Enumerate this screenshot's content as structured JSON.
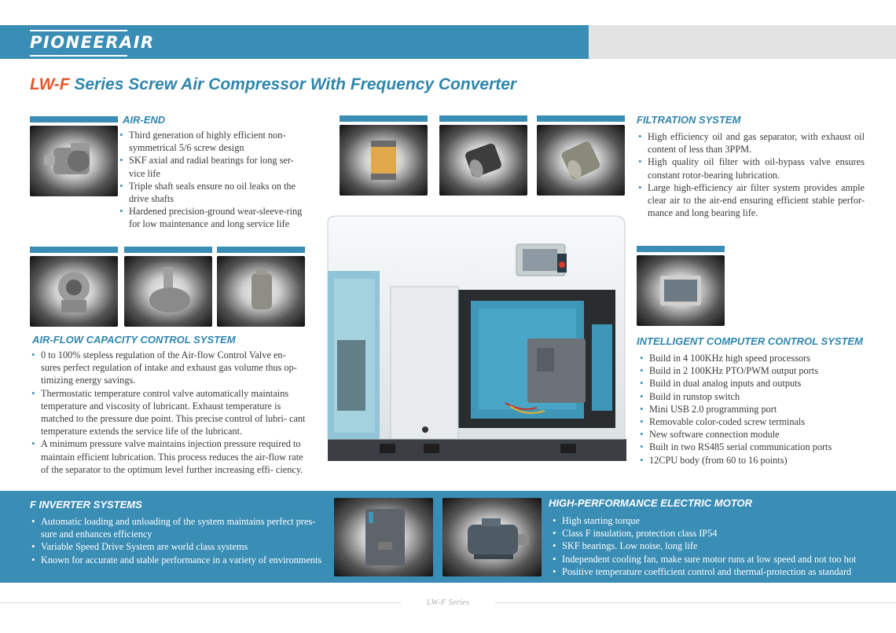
{
  "header": {
    "logo_text": "PIONEERAIR",
    "title_accent": "LW-F",
    "title_rest": " Series Screw Air Compressor With Frequency Converter"
  },
  "air_end": {
    "title": "AIR-END",
    "items": [
      "Third generation of highly efficient non-symmetrical 5/6 screw design",
      "SKF axial and radial bearings for long ser- vice life",
      "Triple shaft seals ensure no oil leaks on the drive shafts",
      "Hardened precision-ground wear-sleeve-ring for low maintenance and long service life"
    ]
  },
  "filtration": {
    "title": "FILTRATION SYSTEM",
    "items": [
      "High efficiency oil and gas separator, with exhaust oil content of less than 3PPM.",
      "High quality oil filter with oil-bypass valve ensures constant rotor-bearing lubrication.",
      "Large high-efficiency air filter system provides ample clear air to the air-end ensuring efficient stable perfor- mance and long bearing life."
    ]
  },
  "airflow": {
    "title": "AIR-FLOW CAPACITY CONTROL SYSTEM",
    "items": [
      "0 to 100% stepless regulation of the Air-flow Control Valve en- sures perfect regulation of intake and exhaust gas volume thus op- timizing energy savings.",
      "Thermostatic temperature control valve automatically maintains temperature and viscosity of lubricant. Exhaust temperature is matched to the pressure due point. This precise control of lubri- cant temperature extends the service life of the lubricant.",
      "A minimum pressure valve maintains injection pressure required to maintain efficient lubrication. This process reduces the air-flow rate of the separator to the optimum level further increasing effi- ciency."
    ]
  },
  "computer": {
    "title": "INTELLIGENT COMPUTER CONTROL SYSTEM",
    "items": [
      "Build in 4 100KHz high speed processors",
      "Build in 2 100KHz PTO/PWM output ports",
      "Build in dual analog inputs and outputs",
      "Build in runstop switch",
      "Mini USB 2.0 programming port",
      "Removable color-coded screw terminals",
      "New software connection module",
      "Built in two RS485 serial communication ports",
      "12CPU body (from 60 to 16 points)"
    ]
  },
  "inverter": {
    "title": "F INVERTER SYSTEMS",
    "items": [
      "Automatic loading and unloading of the system maintains perfect pres- sure and enhances efficiency",
      "Variable Speed Drive System are world class systems",
      "Known for accurate and stable performance in a variety of environments"
    ]
  },
  "motor": {
    "title": "HIGH-PERFORMANCE ELECTRIC MOTOR",
    "items": [
      "High starting torque",
      "Class F insulation, protection class IP54",
      "SKF bearings. Low noise, long life",
      "Independent cooling fan, make sure motor runs at low speed and not too hot",
      "Positive temperature coefficient control and thermal-protection as standard"
    ]
  },
  "footer": {
    "text": "LW-F Series"
  },
  "colors": {
    "brand_blue": "#3a8db5",
    "accent_orange": "#e2572c",
    "title_blue": "#2f86ad"
  },
  "icons": [
    "air-end-photo",
    "filter-photo",
    "valve-photo",
    "controller-photo",
    "inverter-photo",
    "motor-photo",
    "compressor-photo"
  ]
}
